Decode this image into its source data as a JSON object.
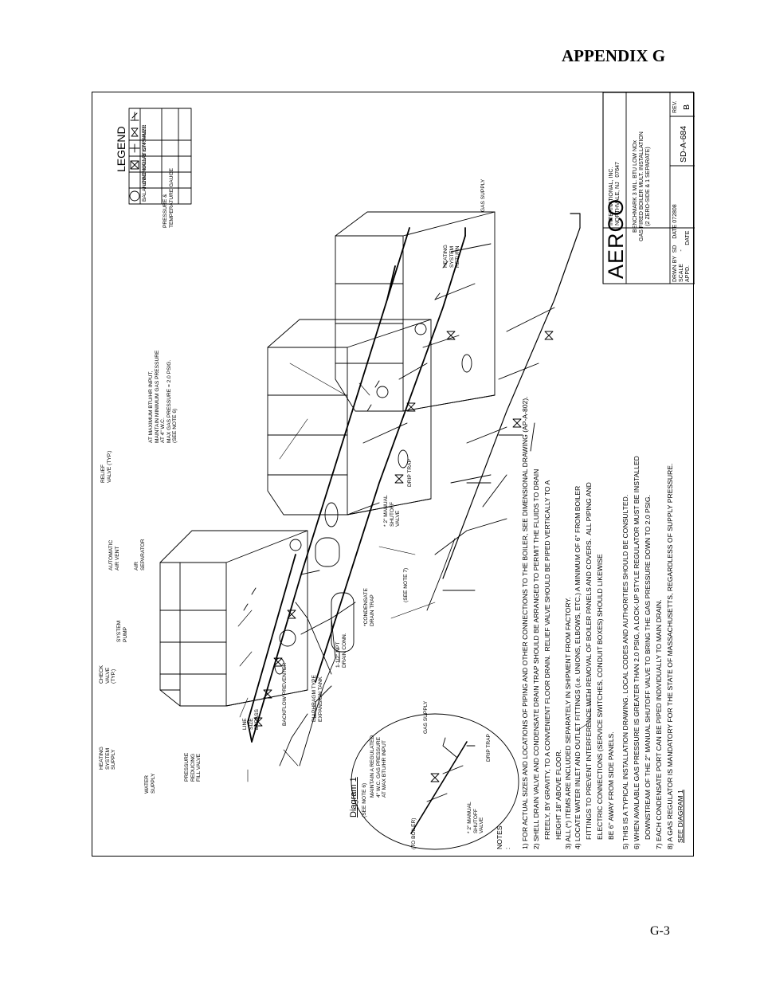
{
  "page": {
    "appendix": "APPENDIX G",
    "page_number": "G-3"
  },
  "title_block": {
    "company": "AERCO",
    "company_sub": "INTERNATIONAL, INC.\nNORTHVALE, NJ   07647",
    "title": "BENCHMARK 3 MIL. BTU LOW NOx\nGAS FIRED BOILER MULT. INSTALLATION\n(2 ZERO-SIDE & 1 SEPARATE)",
    "drwn_by": "DRWN BY  SD    DATE 072808",
    "scale": "SCALE        -",
    "appd": "APPD.             DATE",
    "drawing_no": "SD-A-684",
    "rev_label": "REV.",
    "rev": "B"
  },
  "legend": {
    "title": "LEGEND",
    "items": [
      "Y STRAINER",
      "ISOLATION VALVE",
      "UNION",
      "BALANCING VALVE",
      "PRESSURE &\nTEMPERATURE GAUGE"
    ]
  },
  "labels": {
    "heating_system_supply": "HEATING\nSYSTEM\nSUPPLY",
    "check_valve": "CHECK\nVALVE\n(TYP.)",
    "system_pump": "SYSTEM\nPUMP",
    "automatic_air_vent": "AUTOMATIC\nAIR VENT",
    "air_separator": "AIR\nSEPARATOR",
    "relief_valve": "RELIEF\nVALVE (TYP.)",
    "max_btu_note": "AT MAXIMUM BTU/HR INPUT,\nMAINTAIN MINIMUM GAS PRESSURE\nAT 4\" W.C.\nMAX GAS PRESSURE = 2.0 PSIG.\n(SEE NOTE 6)",
    "heating_system_return": "HEATING\nSYSTEM\nRETURN",
    "gas_supply_main": "GAS SUPPLY",
    "water_supply": "WATER\nSUPPLY",
    "pressure_reducing_fill_valve": "PRESSURE\nREDUCING\nFILL VALVE",
    "line_size_bypass": "LINE\nSIZE\nBYPASS",
    "backflow_preventer": "BACKFLOW PREVENTER",
    "diaphragm_expansion_tank": "DIAPHRAGM TYPE\nEXPANSION TANK",
    "drain_conn": "1-1/2\" NPT\nDRAIN CONN.",
    "condensate_drain_trap": "*CONDENSATE\nDRAIN TRAP",
    "see_note_7": "(SEE NOTE 7)",
    "manual_shutoff_valve_main": "* 2\" MANUAL\nSHUTOFF\nVALVE",
    "drip_trap_main": "DRIP TRAP",
    "ptg": "PTG"
  },
  "diagram1": {
    "title": "Diagram 1",
    "see_note": "(SEE NOTE 6)",
    "regulated_note": "MAINTAIN A REGULATED\n4\" W.C. GAS PRESSURE\nAT MAX BTU/HR INPUT",
    "gas_supply": "GAS SUPPLY",
    "drip_trap": "DRIP TRAP",
    "to_boiler": "(TO BOILER)",
    "manual_valve": "* 2\" MANUAL\nSHUTOFF\nVALVE"
  },
  "notes": {
    "title": "NOTES\n:",
    "items": [
      "1) FOR ACTUAL SIZES AND LOCATIONS OF PIPING AND OTHER CONNECTIONS TO THE BOILER, SEE DIMENSIONAL DRAWING (AP-A-802).",
      "2) SHELL DRAIN VALVE AND CONDENSATE DRAIN TRAP SHOULD BE ARRANGED TO PERMIT THE FLUIDS TO DRAIN",
      "     FREELY, BY GRAVITY, TO A CONVENIENT FLOOR DRAIN.  RELIEF VALVE SHOULD BE PIPED VERTICALLY TO A",
      "     HEIGHT 18\" ABOVE FLOOR.",
      "3) ALL (*) ITEMS ARE INCLUDED SEPARATELY IN SHIPMENT FROM FACTORY.",
      "4) LOCATE WATER INLET AND OUTLET FITTINGS (i.e. UNIONS, ELBOWS, ETC.) A MINIMUM OF 6\" FROM BOILER",
      "     FITTINGS TO PREVENT INTERFERENCE WITH REMOVAL OF BOILER PANELS AND COVERS.  ALL PIPING AND",
      "     ELECTRIC CONNECTIONS (SERVICE SWITCHES, CONDUIT BOXES) SHOULD LIKEWISE",
      "     BE 6\" AWAY FROM SIDE PANELS.",
      "5) THIS IS A TYPICAL INSTALLATION DRAWING. LOCAL CODES AND AUTHORITIES SHOULD BE CONSULTED.",
      "6) WHEN AVAILABLE GAS PRESSURE IS GREATER THAN 2.0 PSIG, A LOCK-UP STYLE REGULATOR MUST BE INSTALLED",
      "     DOWNSTREAM OF THE 2\" MANUAL SHUTOFF VALVE TO BRING THE GAS PRESSURE DOWN TO 2.0 PSIG.",
      "7) EACH CONDENSATE PORT CAN BE PIPED INDIVIDUALLY TO MAIN DRAIN.",
      "8) A GAS REGULATOR IS MANDATORY FOR THE STATE OF MASSACHUSETTS, REGARDLESS OF SUPPLY PRESSURE."
    ],
    "see_diagram": "SEE DIAGRAM 1"
  }
}
